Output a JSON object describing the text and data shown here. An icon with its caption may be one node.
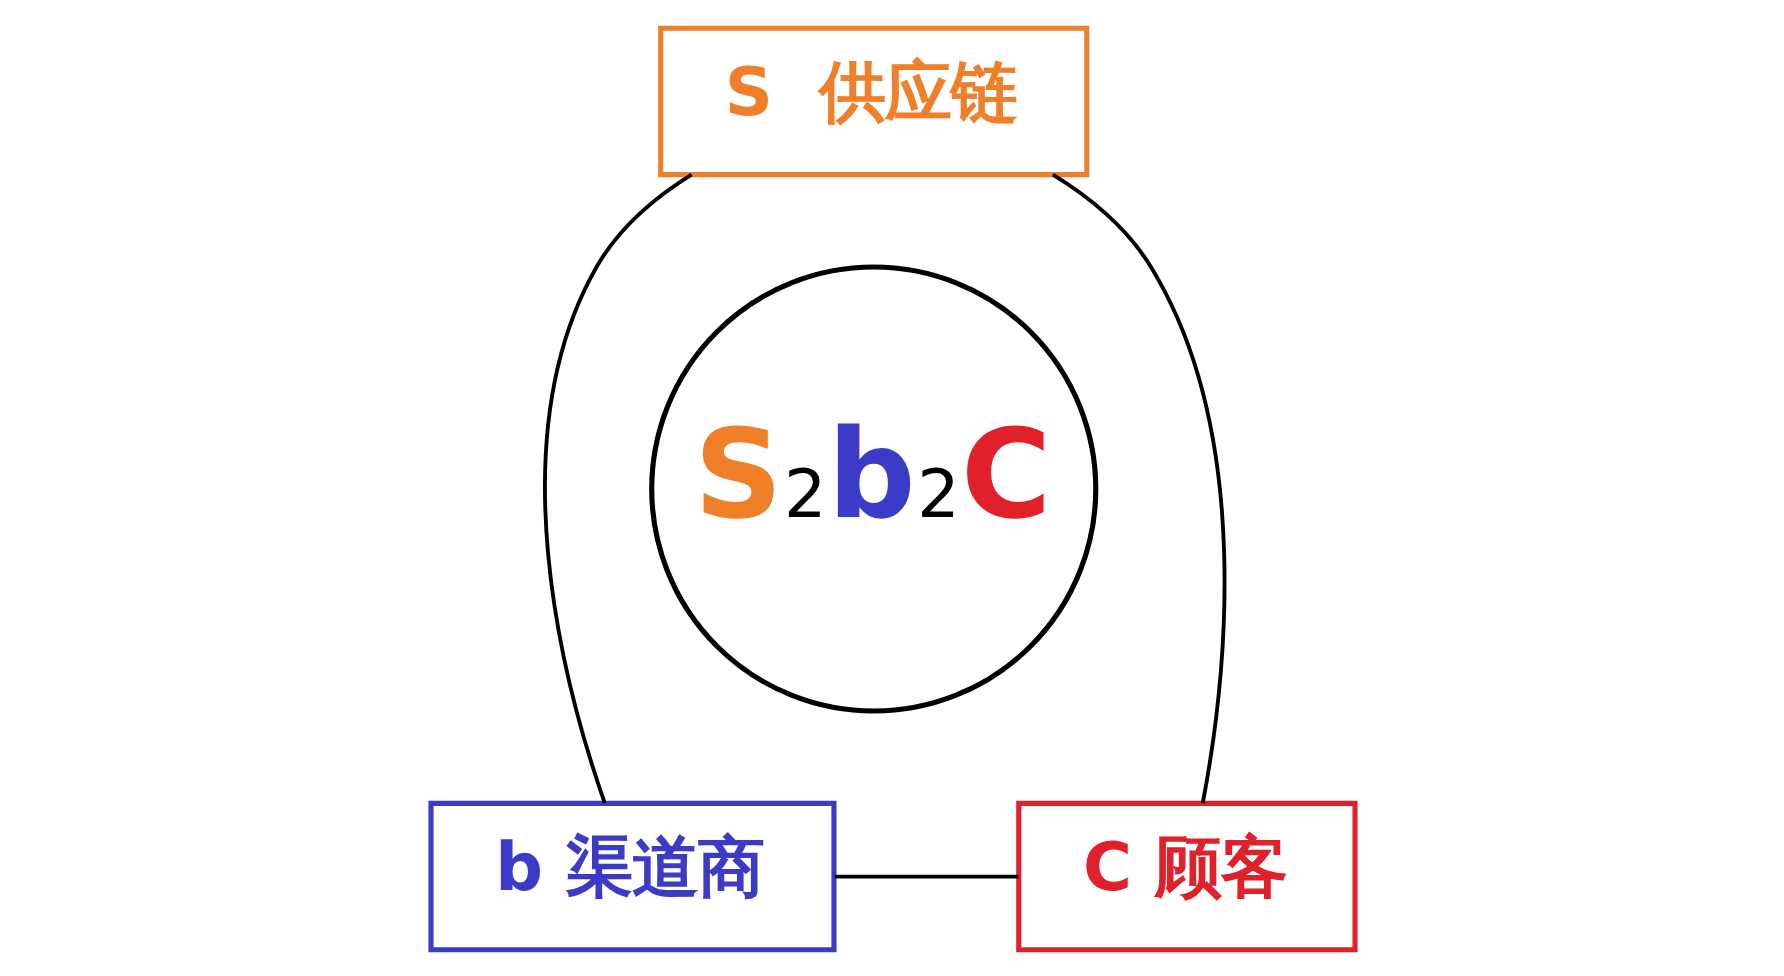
{
  "diagram": {
    "nodes": [
      {
        "text": [
          "S  供应链"
        ]
      },
      {
        "text": [
          "b 渠道商"
        ]
      },
      {
        "text": [
          "C 顾客"
        ]
      },
      {
        "text": [
          "S2b2C"
        ]
      }
    ],
    "edges": [
      {
        "from": 0,
        "to": 1,
        "arrow": "none"
      },
      {
        "from": 0,
        "to": 2,
        "arrow": "none"
      },
      {
        "from": 1,
        "to": 2,
        "arrow": "none"
      }
    ]
  }
}
